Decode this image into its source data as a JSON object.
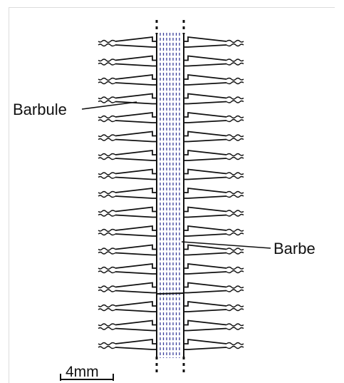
{
  "labels": {
    "barbule": "Barbule",
    "barbe": "Barbe",
    "scale": "4mm"
  },
  "colors": {
    "stroke": "#111111",
    "rachis_fill": "#3a3f9c",
    "frame": "#dcdcdc"
  },
  "structure": {
    "barbule_pairs": 17
  }
}
